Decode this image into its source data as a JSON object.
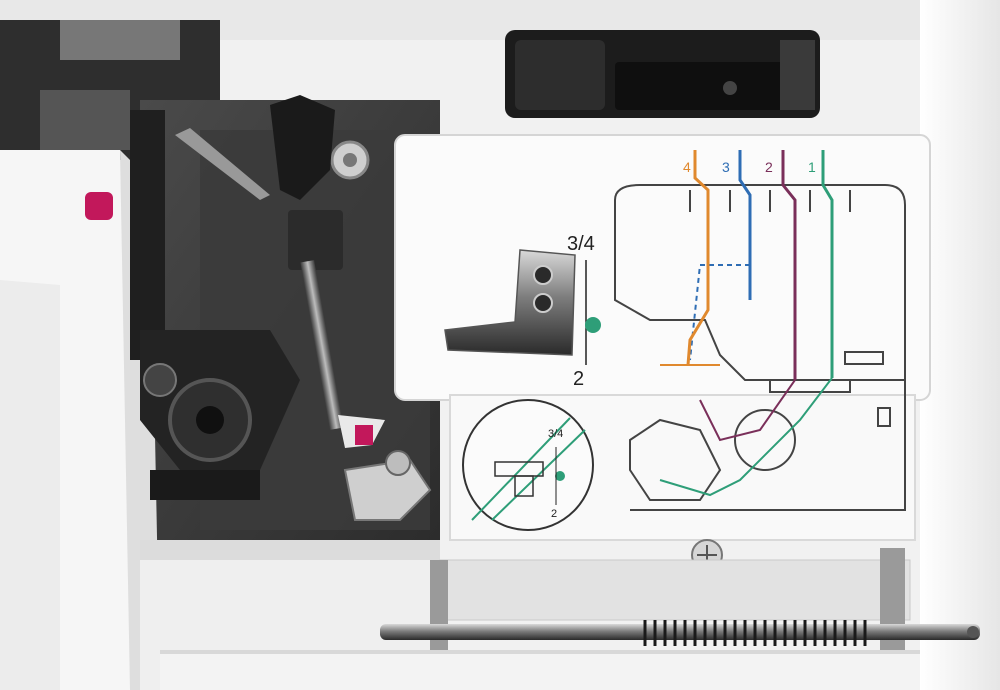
{
  "photo": {
    "description_free": true,
    "colors": {
      "machine_white": "#f3f3f3",
      "machine_gray": "#8a8a8a",
      "interior_dark": "#3a3a3a",
      "metal_dark": "#1e1e1e",
      "accent_pink": "#c2185b",
      "thread_1": "#2e9e78",
      "thread_2": "#7a2f5a",
      "thread_3": "#2e6db4",
      "thread_4": "#e0892e"
    }
  },
  "guide": {
    "thread_labels": [
      "4",
      "3",
      "2",
      "1"
    ],
    "position_top": "3/4",
    "position_bottom": "2",
    "inset_top": "3/4",
    "inset_bottom": "2"
  }
}
